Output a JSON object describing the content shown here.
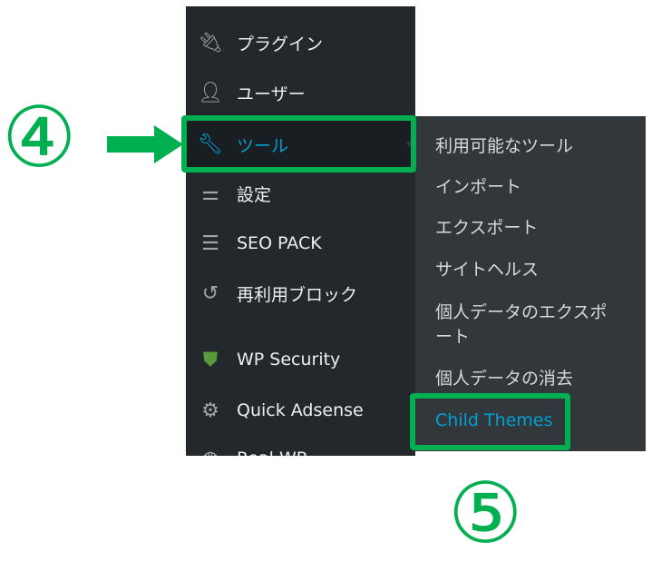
{
  "sidebar": {
    "items": [
      {
        "label": "プラグイン",
        "icon": "plug-icon"
      },
      {
        "label": "ユーザー",
        "icon": "user-icon"
      },
      {
        "label": "ツール",
        "icon": "wrench-icon"
      },
      {
        "label": "設定",
        "icon": "settings-icon"
      },
      {
        "label": "SEO PACK",
        "icon": "list-icon"
      },
      {
        "label": "再利用ブロック",
        "icon": "reload-icon"
      },
      {
        "label": "WP Security",
        "icon": "shield-icon"
      },
      {
        "label": "Quick Adsense",
        "icon": "gear-icon"
      },
      {
        "label": "Real WP",
        "icon": "globe-icon"
      }
    ]
  },
  "submenu": {
    "items": [
      "利用可能なツール",
      "インポート",
      "エクスポート",
      "サイトヘルス",
      "個人データのエクスポート",
      "個人データの消去",
      "Child Themes"
    ]
  },
  "annotations": {
    "step4": "④",
    "step5": "⑤"
  },
  "colors": {
    "highlight": "#00b050",
    "accent": "#00a0d2",
    "sidebar": "#23282d",
    "submenu": "#32373c"
  }
}
